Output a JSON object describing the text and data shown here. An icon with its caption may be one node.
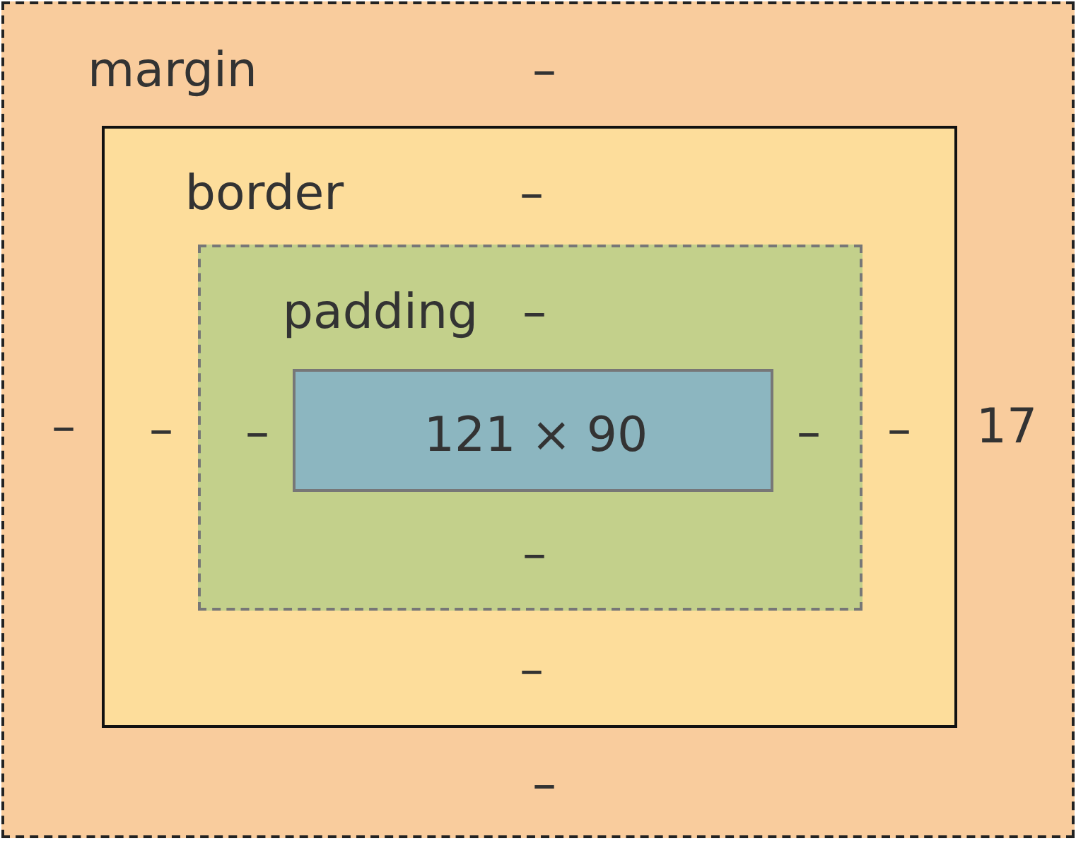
{
  "diagram": {
    "nodes": [
      {
        "text": [
          "margin",
          "–",
          "–",
          "17",
          "–"
        ]
      },
      {
        "text": [
          "border",
          "–",
          "–",
          "–",
          "–"
        ],
        "in": 0
      },
      {
        "text": [
          "padding",
          "–",
          "–",
          "–",
          "–"
        ],
        "in": 1
      },
      {
        "text": [
          "121 × 90"
        ],
        "in": 2
      }
    ]
  }
}
